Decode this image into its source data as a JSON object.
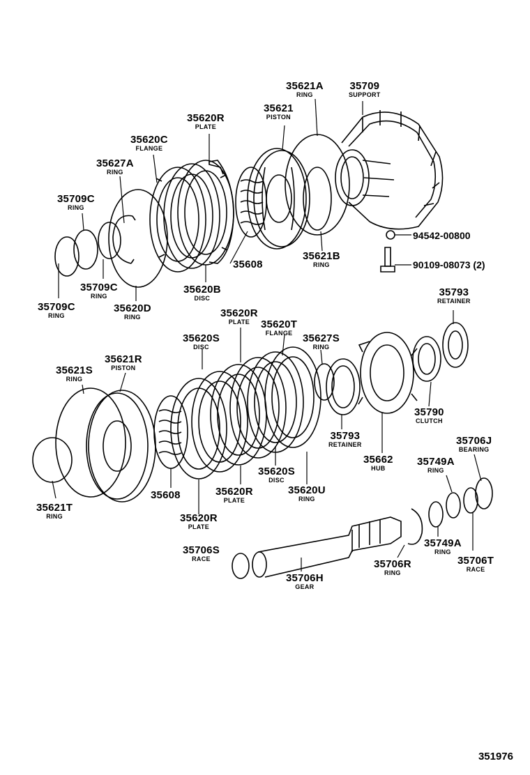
{
  "diagram_id": "351976",
  "parts": [
    {
      "num": "35621A",
      "desc": "RING"
    },
    {
      "num": "35709",
      "desc": "SUPPORT"
    },
    {
      "num": "35621",
      "desc": "PISTON"
    },
    {
      "num": "35620R",
      "desc": "PLATE"
    },
    {
      "num": "35620C",
      "desc": "FLANGE"
    },
    {
      "num": "35627A",
      "desc": "RING"
    },
    {
      "num": "35709C",
      "desc": "RING"
    },
    {
      "num": "35608",
      "desc": ""
    },
    {
      "num": "35621B",
      "desc": "RING"
    },
    {
      "num": "35709C",
      "desc": "RING"
    },
    {
      "num": "35709C",
      "desc": "RING"
    },
    {
      "num": "35620B",
      "desc": "DISC"
    },
    {
      "num": "35620D",
      "desc": "RING"
    },
    {
      "num": "35793",
      "desc": "RETAINER"
    },
    {
      "num": "35620R",
      "desc": "PLATE"
    },
    {
      "num": "35620T",
      "desc": "FLANGE"
    },
    {
      "num": "35620S",
      "desc": "DISC"
    },
    {
      "num": "35627S",
      "desc": "RING"
    },
    {
      "num": "35621R",
      "desc": "PISTON"
    },
    {
      "num": "35621S",
      "desc": "RING"
    },
    {
      "num": "35790",
      "desc": "CLUTCH"
    },
    {
      "num": "35793",
      "desc": "RETAINER"
    },
    {
      "num": "35706J",
      "desc": "BEARING"
    },
    {
      "num": "35662",
      "desc": "HUB"
    },
    {
      "num": "35749A",
      "desc": "RING"
    },
    {
      "num": "35620S",
      "desc": "DISC"
    },
    {
      "num": "35608",
      "desc": ""
    },
    {
      "num": "35620R",
      "desc": "PLATE"
    },
    {
      "num": "35620U",
      "desc": "RING"
    },
    {
      "num": "35621T",
      "desc": "RING"
    },
    {
      "num": "35620R",
      "desc": "PLATE"
    },
    {
      "num": "35749A",
      "desc": "RING"
    },
    {
      "num": "35706S",
      "desc": "RACE"
    },
    {
      "num": "35706R",
      "desc": "RING"
    },
    {
      "num": "35706T",
      "desc": "RACE"
    },
    {
      "num": "35706H",
      "desc": "GEAR"
    }
  ],
  "refs": [
    {
      "num": "94542-00800"
    },
    {
      "num": "90109-08073 (2)"
    }
  ]
}
